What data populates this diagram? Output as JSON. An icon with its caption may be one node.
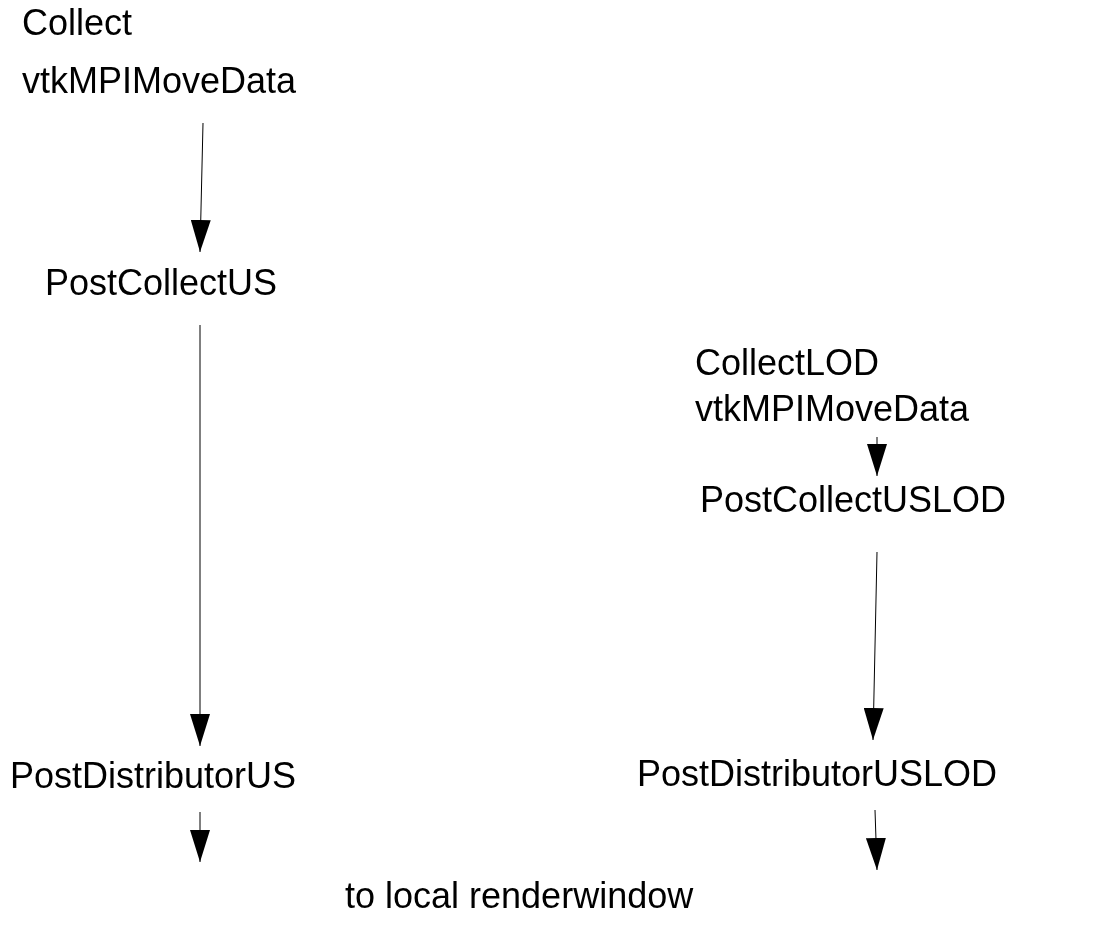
{
  "diagram": {
    "nodes": [
      {
        "text": [
          "Collect vtkMPIMoveData"
        ]
      },
      {
        "text": [
          "PostCollectUS"
        ]
      },
      {
        "text": [
          "PostDistributorUS"
        ]
      },
      {
        "text": [
          "CollectLOD vtkMPIMoveData"
        ]
      },
      {
        "text": [
          "PostCollectUSLOD"
        ]
      },
      {
        "text": [
          "PostDistributorUSLOD"
        ]
      }
    ],
    "edges": [
      {
        "from": 0,
        "to": 1,
        "arrow": "to"
      },
      {
        "from": 1,
        "to": 2,
        "arrow": "to"
      },
      {
        "from": 2,
        "to": null,
        "arrow": "to"
      },
      {
        "from": 3,
        "to": 4,
        "arrow": "to"
      },
      {
        "from": 4,
        "to": 5,
        "arrow": "to"
      },
      {
        "from": 5,
        "to": null,
        "arrow": "to"
      }
    ],
    "labels": [
      "to local renderwindow"
    ]
  }
}
